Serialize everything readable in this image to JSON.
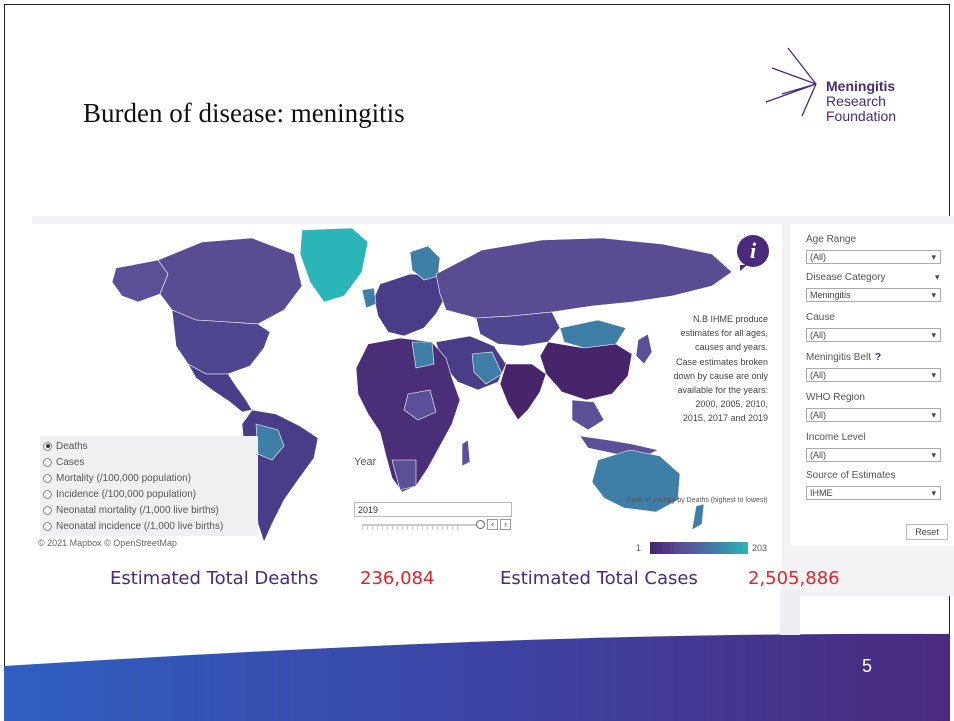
{
  "slide": {
    "title": "Burden of disease: meningitis",
    "page_number": "5"
  },
  "logo": {
    "line1": "Meningitis",
    "line2": "Research",
    "line3": "Foundation"
  },
  "map": {
    "info_icon": "i",
    "note": "N.B IHME produce estimates for all ages, causes and years. Case estimates broken down by cause are only available for the years: 2000, 2005, 2010, 2015, 2017 and 2019",
    "attribution": "© 2021 Mapbox © OpenStreetMap",
    "measures": [
      {
        "label": "Deaths",
        "selected": true
      },
      {
        "label": "Cases",
        "selected": false
      },
      {
        "label": "Mortality (/100,000 population)",
        "selected": false
      },
      {
        "label": "Incidence (/100,000 population)",
        "selected": false
      },
      {
        "label": "Neonatal mortality (/1,000 live births)",
        "selected": false
      },
      {
        "label": "Neonatal incidence (/1,000 live births)",
        "selected": false
      }
    ],
    "year_label": "Year",
    "year_value": "2019",
    "legend": {
      "title": "Rank of country by Deaths (highest to lowest)",
      "min": "1",
      "max": "203",
      "colors": [
        "#46256b",
        "#5b4f97",
        "#3f7ea6",
        "#2bb5b8"
      ]
    }
  },
  "filters": [
    {
      "label": "Age Range",
      "value": "(All)"
    },
    {
      "label": "Disease Category",
      "value": "Meningitis"
    },
    {
      "label": "Cause",
      "value": "(All)"
    },
    {
      "label": "Meningitis Belt",
      "value": "(All)",
      "help": "?"
    },
    {
      "label": "WHO Region",
      "value": "(All)"
    },
    {
      "label": "Income Level",
      "value": "(All)"
    },
    {
      "label": "Source of Estimates",
      "value": "IHME"
    }
  ],
  "reset_label": "Reset",
  "totals": {
    "deaths_label": "Estimated Total Deaths",
    "deaths_value": "236,084",
    "cases_label": "Estimated Total Cases",
    "cases_value": "2,505,886"
  },
  "colors": {
    "brand_purple": "#4a2a7a",
    "value_red": "#e0242b",
    "footer_blue": "#2f5fc0",
    "footer_purple": "#4b2a7f"
  }
}
